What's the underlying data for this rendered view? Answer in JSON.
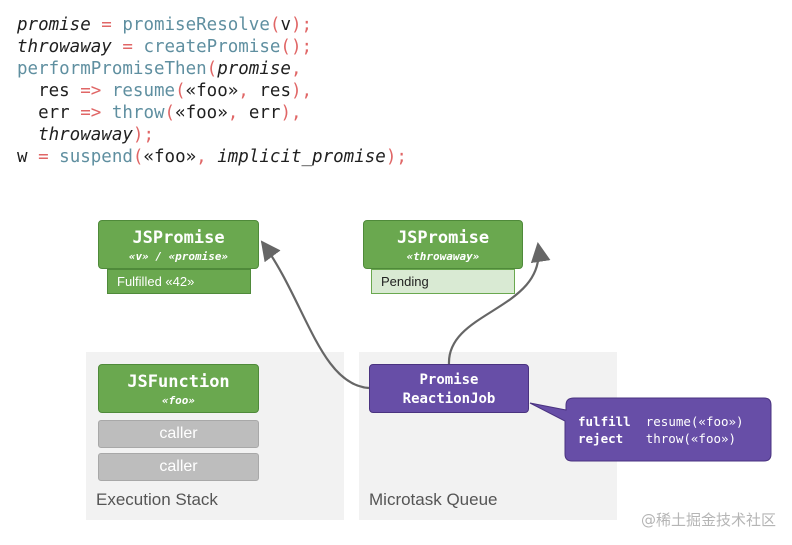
{
  "code": {
    "line1": {
      "var": "promise",
      "eq": " = ",
      "fn": "promiseResolve",
      "open": "(",
      "arg": "v",
      "close": ");"
    },
    "line2": {
      "var": "throwaway",
      "eq": " = ",
      "fn": "createPromise",
      "tail": "();"
    },
    "line3": {
      "fn": "performPromiseThen",
      "open": "(",
      "arg": "promise",
      "comma": ","
    },
    "line4": {
      "indent": "  ",
      "arg": "res",
      "arrow": " => ",
      "fn": "resume",
      "open": "(",
      "q": "«foo»",
      "comma": ", ",
      "arg2": "res",
      "close": "),"
    },
    "line5": {
      "indent": "  ",
      "arg": "err",
      "arrow": " => ",
      "fn": "throw",
      "open": "(",
      "q": "«foo»",
      "comma": ", ",
      "arg2": "err",
      "close": "),"
    },
    "line6": {
      "indent": "  ",
      "arg": "throwaway",
      "close": ");"
    },
    "line7": {
      "var": "w",
      "eq": " = ",
      "fn": "suspend",
      "open": "(",
      "q": "«foo»",
      "comma": ", ",
      "arg": "implicit_promise",
      "close": ");"
    }
  },
  "promise_left": {
    "title": "JSPromise",
    "subtitle": "«v» / «promise»",
    "state": "Fulfilled «42»"
  },
  "promise_right": {
    "title": "JSPromise",
    "subtitle": "«throwaway»",
    "state": "Pending"
  },
  "execution_stack": {
    "label": "Execution Stack",
    "function": {
      "title": "JSFunction",
      "subtitle": "«foo»"
    },
    "frames": [
      "caller",
      "caller"
    ]
  },
  "microtask_queue": {
    "label": "Microtask Queue",
    "job": {
      "line1": "Promise",
      "line2": "ReactionJob"
    }
  },
  "reaction_details": {
    "fulfill_key": "fulfill",
    "fulfill_value": "resume(«foo»)",
    "reject_key": "reject",
    "reject_value": "throw(«foo»)"
  },
  "colors": {
    "promise_green": "#6aa84f",
    "pending_bg": "#d9ead3",
    "job_purple": "#674ea7",
    "frame_grey": "#bdbdbd",
    "arrow": "#666666"
  },
  "watermark": "@稀土掘金技术社区"
}
